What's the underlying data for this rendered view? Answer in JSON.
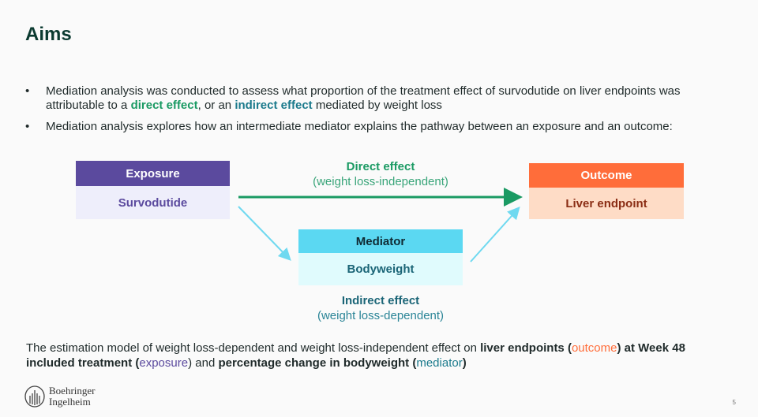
{
  "title": "Aims",
  "bullets": [
    {
      "p1": "Mediation analysis was conducted to assess what proportion of the treatment effect of survodutide on liver endpoints was attributable to a ",
      "direct": "direct effect",
      "p2": ", or an ",
      "indirect": "indirect effect",
      "p3": " mediated by weight loss"
    },
    {
      "text": "Mediation analysis explores how an intermediate mediator explains the pathway between an exposure and an outcome:"
    }
  ],
  "diagram": {
    "exposure": {
      "header": "Exposure",
      "body": "Survodutide"
    },
    "outcome": {
      "header": "Outcome",
      "body": "Liver endpoint"
    },
    "mediator": {
      "header": "Mediator",
      "body": "Bodyweight"
    },
    "direct": {
      "title": "Direct effect",
      "sub": "(weight loss-independent)"
    },
    "indirect": {
      "title": "Indirect effect",
      "sub": "(weight loss-dependent)"
    }
  },
  "conclusion": {
    "a": "The estimation model of weight loss-dependent and weight loss-independent effect on ",
    "b": "liver endpoints",
    "c": " (",
    "d": "outcome",
    "e": ") at Week 48 included ",
    "f": "treatment",
    "g": " (",
    "h": "exposure",
    "i": ") and ",
    "j": "percentage change in bodyweight",
    "k": " (",
    "l": "mediator",
    "m": ")"
  },
  "logo": {
    "line1": "Boehringer",
    "line2": "Ingelheim"
  },
  "page_number": "5",
  "colors": {
    "purple": "#5b4a9e",
    "orange": "#ff6d3a",
    "cyan": "#5bd8f2",
    "green": "#1a9a63",
    "teal": "#1b7a8c"
  }
}
